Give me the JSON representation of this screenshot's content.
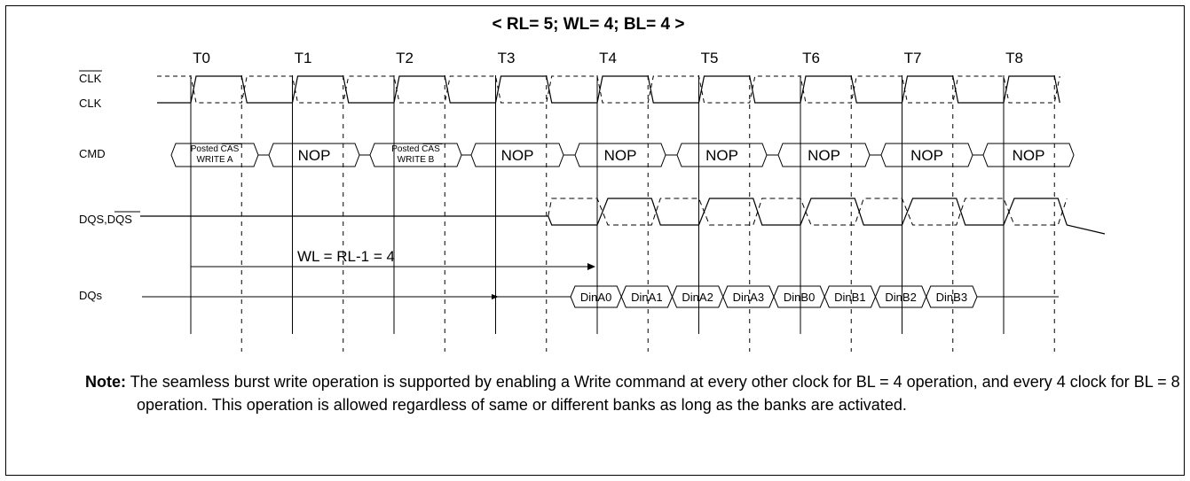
{
  "title": "< RL= 5; WL= 4; BL= 4 >",
  "clock_ticks": [
    "T0",
    "T1",
    "T2",
    "T3",
    "T4",
    "T5",
    "T6",
    "T7",
    "T8"
  ],
  "signals": {
    "clk_bar": "CLK",
    "clk": "CLK",
    "cmd": "CMD",
    "dqs": "DQS,",
    "dqs_bar": "DQS",
    "dqs_full": "DQS,DQS",
    "dq": "DQs"
  },
  "commands": [
    {
      "line1": "Posted ",
      "line1_overline": "CAS",
      "line2": "WRITE A",
      "small": true
    },
    {
      "label": "NOP",
      "small": false
    },
    {
      "line1": "Posted ",
      "line1_overline": "CAS",
      "line2": "WRITE B",
      "small": true
    },
    {
      "label": "NOP",
      "small": false
    },
    {
      "label": "NOP",
      "small": false
    },
    {
      "label": "NOP",
      "small": false
    },
    {
      "label": "NOP",
      "small": false
    },
    {
      "label": "NOP",
      "small": false
    },
    {
      "label": "NOP",
      "small": false
    }
  ],
  "data_bits": [
    "DinA0",
    "DinA1",
    "DinA2",
    "DinA3",
    "DinB0",
    "DinB1",
    "DinB2",
    "DinB3"
  ],
  "latency_label": "WL = RL-1 = 4",
  "note": {
    "label": "Note:",
    "text": "The seamless burst write operation is supported by enabling a Write command at every other clock for BL = 4 operation, and every 4 clock for BL = 8 operation. This operation is allowed regardless of same or different banks as long as the banks are activated."
  }
}
